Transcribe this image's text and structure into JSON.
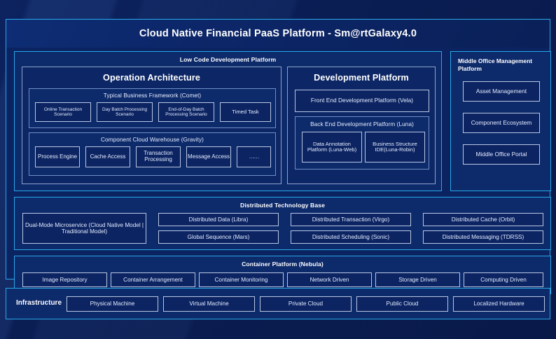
{
  "header": {
    "title": "Cloud Native Financial PaaS Platform - Sm@rtGalaxy4.0"
  },
  "colors": {
    "page_background": "#0a1f57",
    "panel_fill": "#0d2a6b",
    "accent_border": "#29a8e8",
    "chip_border": "#b9c7e2",
    "text": "#e4ecff",
    "title_text": "#ffffff"
  },
  "low_code": {
    "title": "Low Code Development Platform",
    "operation_architecture": {
      "title": "Operation Architecture",
      "typical_business_framework": {
        "title": "Typical Business Framework (Comet)",
        "items": [
          "Online Transaction Scenario",
          "Day Batch Processing Scenario",
          "End-of-Day Batch Processing Scenario",
          "Timed Task"
        ]
      },
      "component_cloud_warehouse": {
        "title": "Component Cloud Warehouse (Gravity)",
        "items": [
          "Process Engine",
          "Cache Access",
          "Transaction Processing",
          "Message Access",
          "……"
        ]
      }
    },
    "development_platform": {
      "title": "Development Platform",
      "front_end": "Front End Development Platform (Vela)",
      "back_end": {
        "title": "Back End Development Platform (Luna)",
        "items": [
          "Data Annotation Platform (Luna-Web)",
          "Business Structure IDE(Luna-Robin)"
        ]
      }
    }
  },
  "middle_office": {
    "title": "Middle Office Management Platform",
    "items": [
      "Asset Management",
      "Component Ecosystem",
      "Middle Office Portal"
    ]
  },
  "distributed_technology_base": {
    "title": "Distributed Technology Base",
    "feature": "Dual-Mode Microservice (Cloud Native Model | Traditional Model)",
    "items": [
      "Distributed Data (Libra)",
      "Global Sequence (Mars)",
      "Distributed Transaction (Virgo)",
      "Distributed Scheduling (Sonic)",
      "Distributed Cache (Orbit)",
      "Distributed Messaging (TDRSS)"
    ]
  },
  "container_platform": {
    "title": "Container Platform (Nebula)",
    "items": [
      "Image Repository",
      "Container Arrangement",
      "Container Monitoring",
      "Network Driven",
      "Storage Driven",
      "Computing Driven"
    ]
  },
  "infrastructure": {
    "label": "Infrastructure",
    "items": [
      "Physical Machine",
      "Virtual Machine",
      "Private Cloud",
      "Public Cloud",
      "Localized Hardware"
    ]
  }
}
